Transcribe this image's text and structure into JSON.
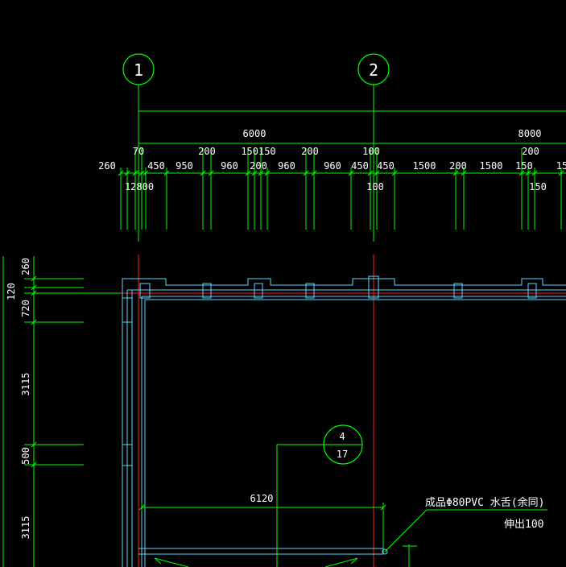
{
  "colors": {
    "dimension": "#00ff00",
    "wall": "#5fd3ff",
    "axis": "#ff2020",
    "text": "#ffffff",
    "background": "#000000"
  },
  "grid_axes": [
    {
      "label": "1"
    },
    {
      "label": "2"
    }
  ],
  "top_dims": {
    "overall": [
      "6000",
      "8000"
    ],
    "row2": [
      "70",
      "200",
      "150150",
      "200",
      "100",
      "200"
    ],
    "row3": [
      "260",
      "450",
      "950",
      "960",
      "200",
      "960",
      "960",
      "450",
      "450",
      "1500",
      "200",
      "1500",
      "150",
      "15"
    ],
    "row4": [
      "12800",
      "100",
      "150"
    ]
  },
  "left_dims": [
    "260",
    "120",
    "720",
    "3115",
    "500",
    "3115"
  ],
  "detail_callout": {
    "number": "4",
    "sheet": "17"
  },
  "span_dim": "6120",
  "note": {
    "line1": "成品Φ80PVC  水舌(余同)",
    "line2": "伸出100"
  }
}
